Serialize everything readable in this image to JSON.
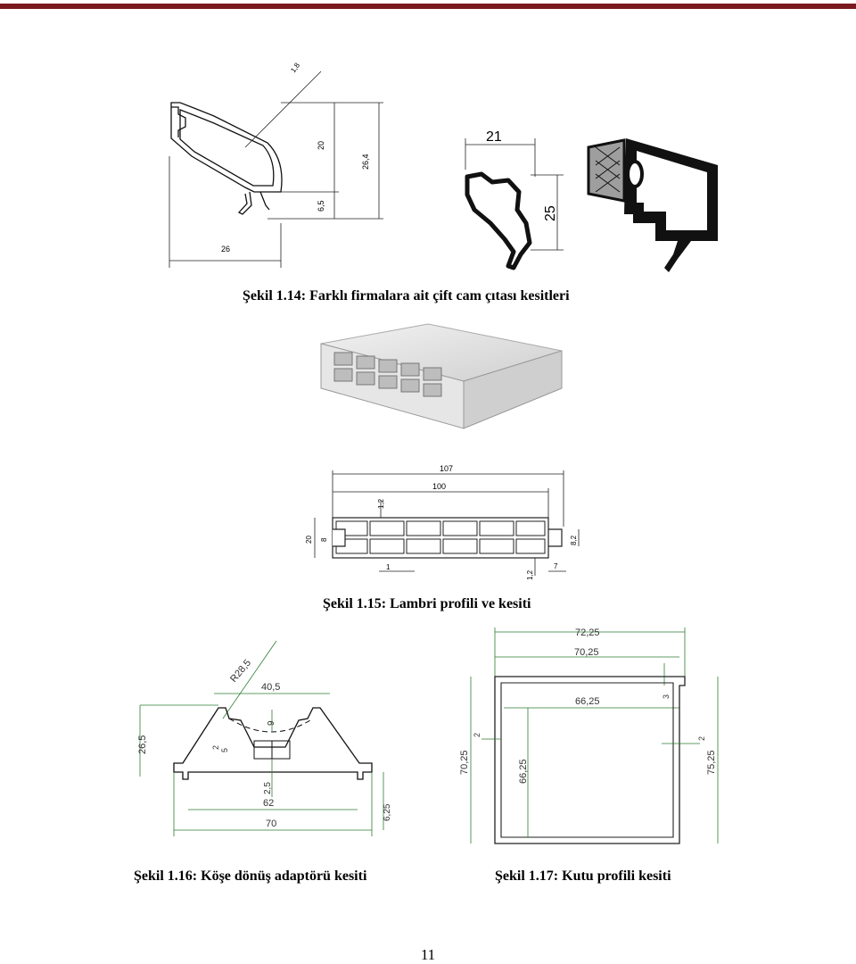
{
  "page": {
    "number": "11",
    "accent_color": "#7a1a1f"
  },
  "figures": {
    "fig14": {
      "caption": "Şekil 1.14: Farklı firmalara ait çift cam çıtası kesitleri",
      "left_dims": {
        "thickness": "1,8",
        "height1": "20",
        "height2": "26,4",
        "lower": "6,5",
        "width": "26"
      },
      "mid_dims": {
        "width": "21",
        "height": "25"
      }
    },
    "fig15": {
      "caption": "Şekil 1.15: Lambri profili ve kesiti",
      "dims": {
        "overall": "107",
        "inner": "100",
        "wall": "1,2",
        "height": "20",
        "groove": "8",
        "tongue": "8,2",
        "rib": "1",
        "wall_bottom": "1,2",
        "tongue_len": "7"
      }
    },
    "fig16": {
      "caption": "Şekil 1.16: Köşe dönüş adaptörü kesiti",
      "dims": {
        "radius": "R28,5",
        "top_width": "40,5",
        "depth": "9",
        "height": "26,5",
        "wall_a": "2",
        "wall_b": "5",
        "base": "2,5",
        "inner_width": "62",
        "width": "70",
        "foot": "6,25"
      }
    },
    "fig17": {
      "caption": "Şekil 1.17: Kutu profili kesiti",
      "dims": {
        "outer_w": "72,25",
        "inner_w": "70,25",
        "lip": "3",
        "cavity_w": "66,25",
        "wall_l": "2",
        "wall_r": "2",
        "cavity_h": "66,25",
        "inner_h": "70,25",
        "outer_h": "75,25"
      }
    }
  }
}
